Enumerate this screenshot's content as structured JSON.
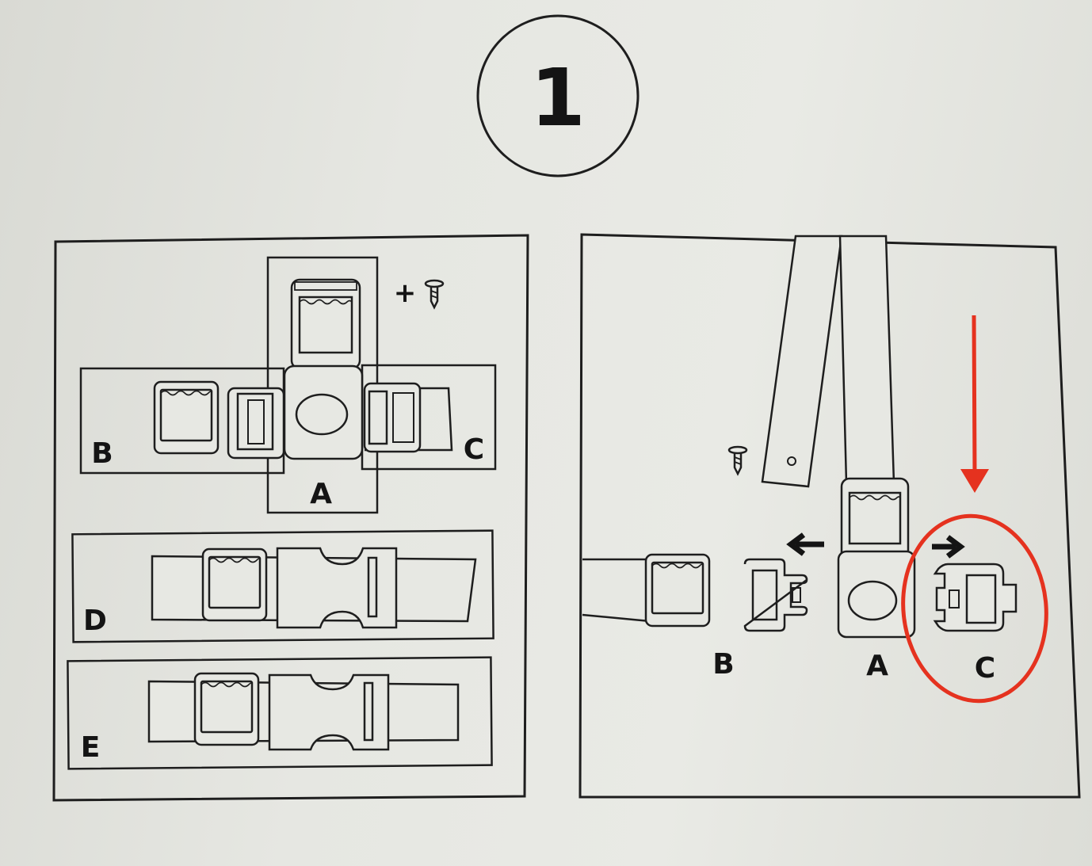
{
  "step_number": "1",
  "left_panel": {
    "plus_sign": "+",
    "screw_icon": "screw-icon",
    "labels": {
      "a": "A",
      "b": "B",
      "c": "C",
      "d": "D",
      "e": "E"
    }
  },
  "right_panel": {
    "screw_icon": "screw-icon",
    "labels": {
      "a": "A",
      "b": "B",
      "c": "C"
    }
  },
  "annotation": {
    "color": "#e5321f"
  },
  "colors": {
    "ink": "#1e1e1e"
  }
}
